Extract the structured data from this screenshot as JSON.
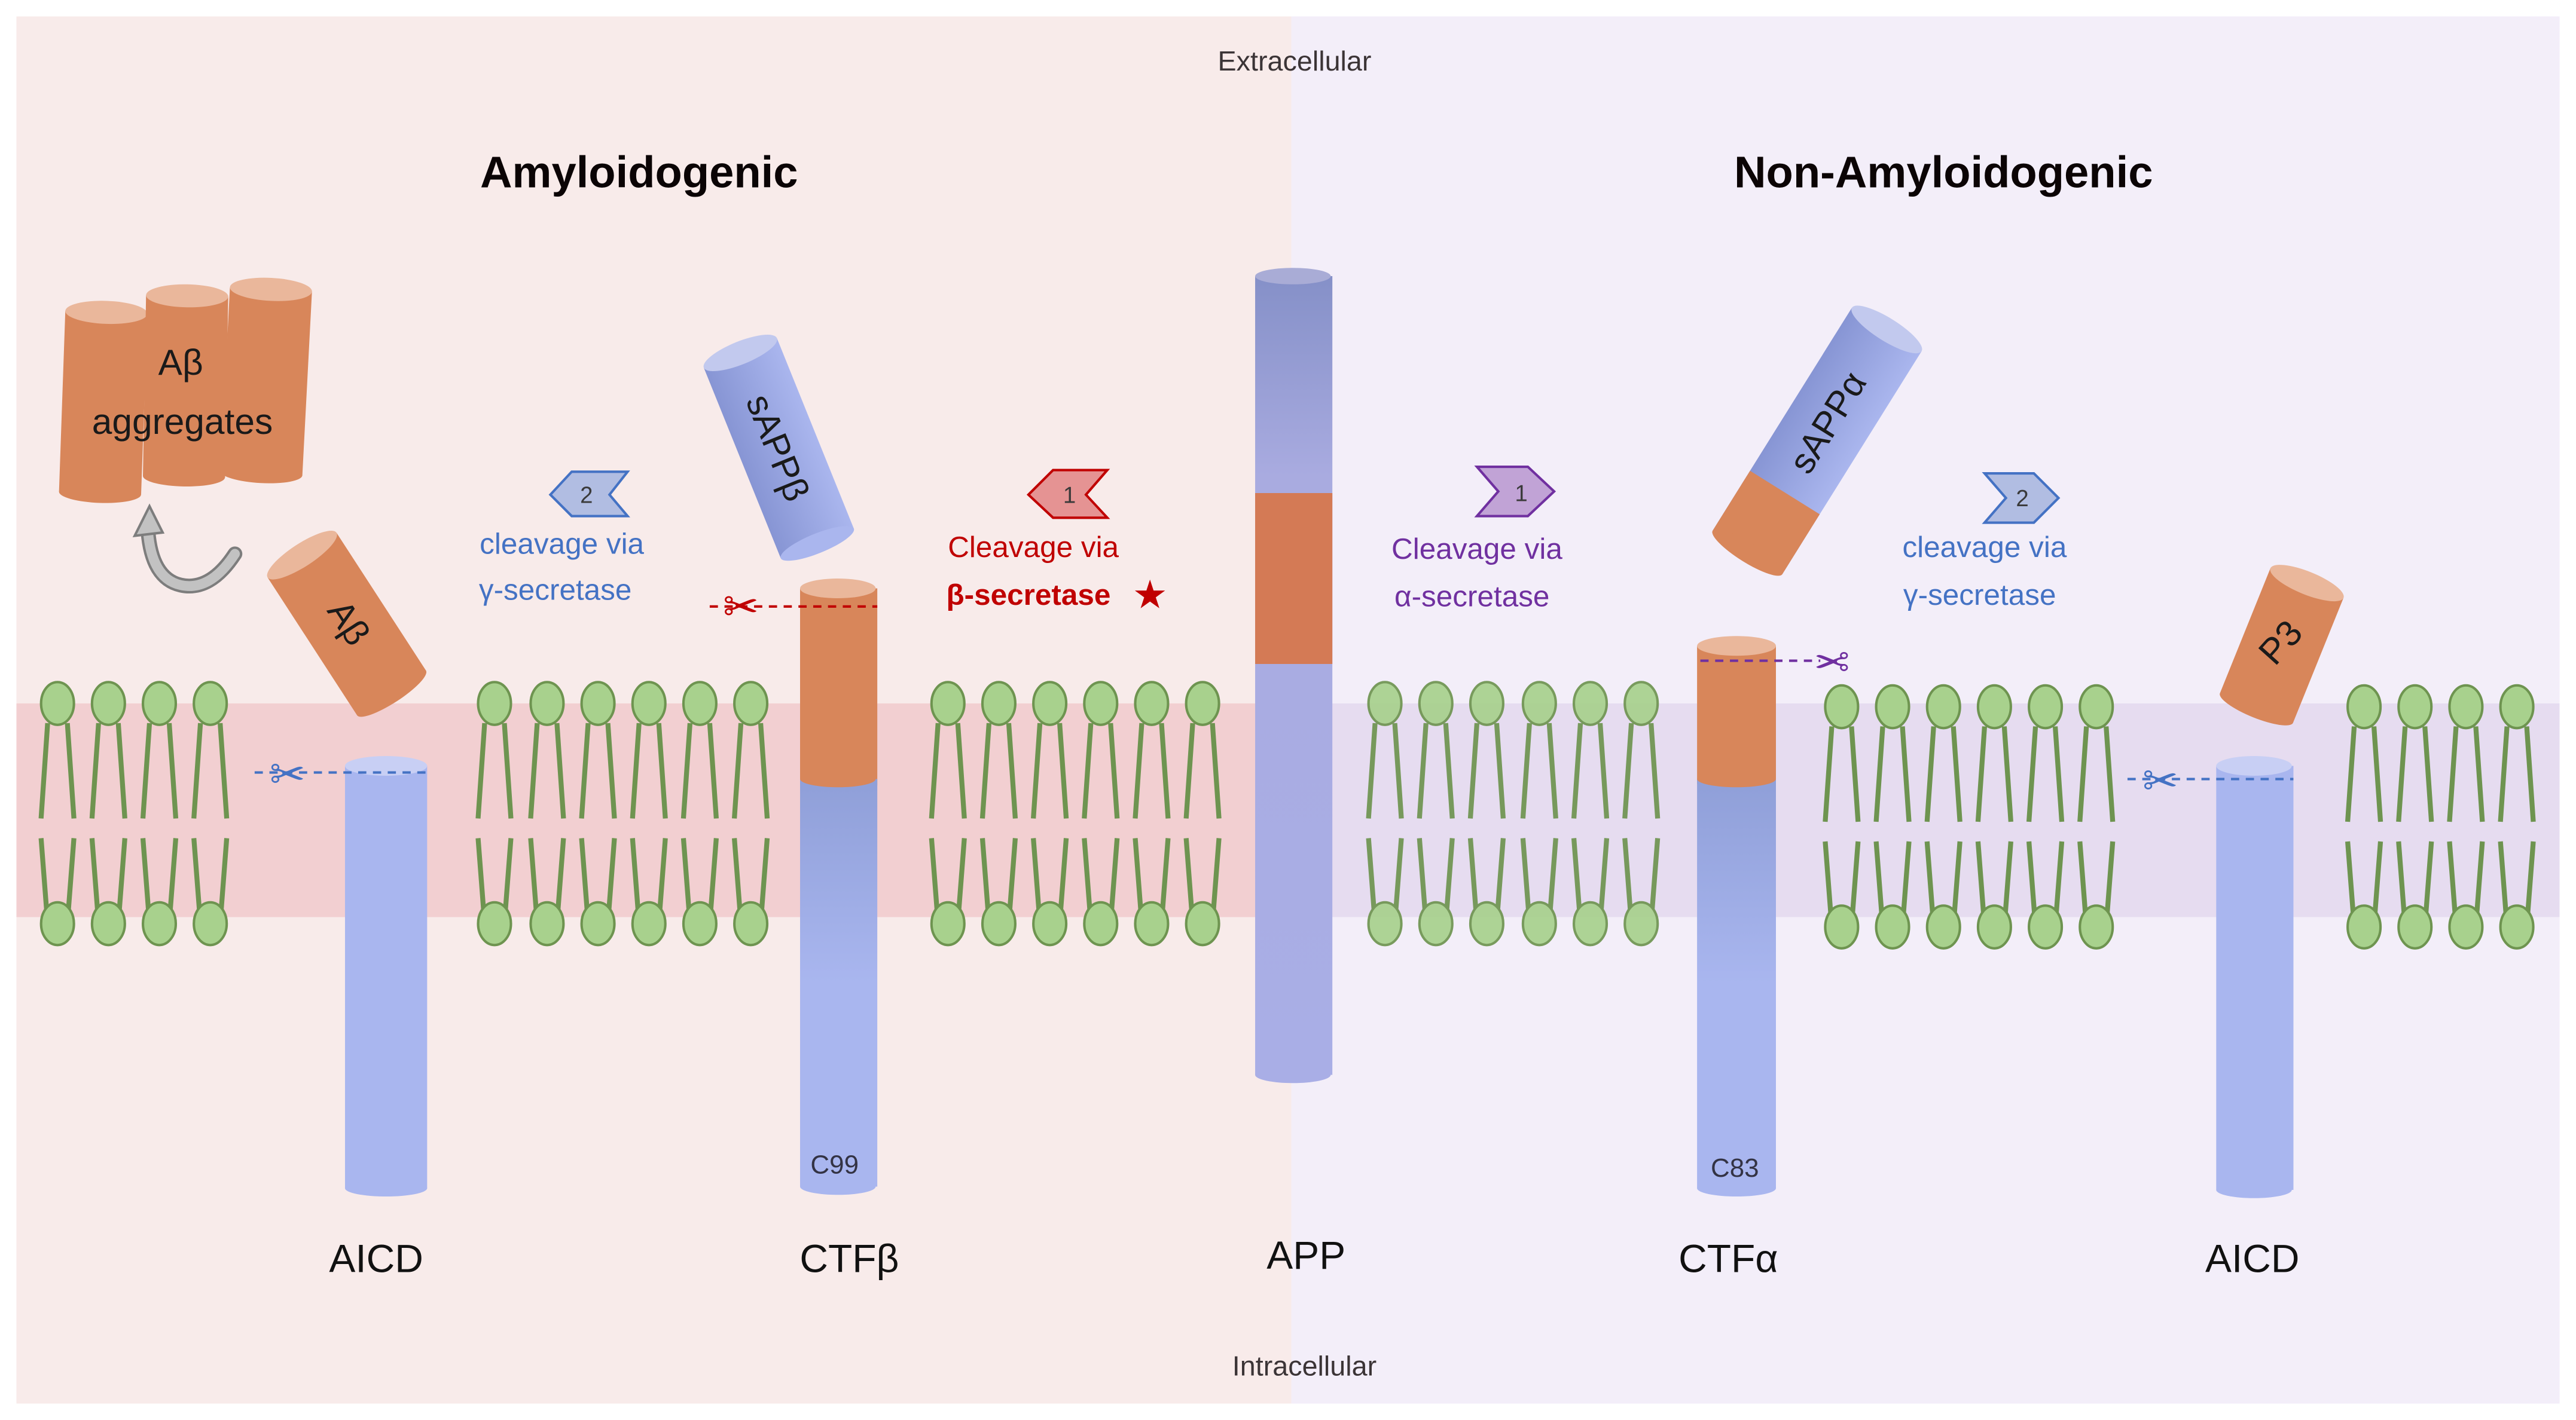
{
  "figure": {
    "colors": {
      "amyloidogenic_bg": "#f8ebea",
      "non_amyloidogenic_bg": "#f3eef9",
      "membrane_band_left": "#f2cfd1",
      "membrane_band_right": "#e6dcf0",
      "lipid_head": "#a8d18d",
      "lipid_stroke": "#6e9450",
      "abeta_orange": "#d8865a",
      "abeta_cap": "#eab79b",
      "app_blue": "#a9b3ee",
      "app_blue_dark": "#8590c8",
      "gamma_blue": "#4472c4",
      "beta_red": "#c00000",
      "alpha_purple": "#7030a0",
      "arrow_gray": "#a6a6a6"
    },
    "region_labels": {
      "extracellular": "Extracellular",
      "intracellular": "Intracellular"
    },
    "pathways": {
      "amyloidogenic": {
        "title": "Amyloidogenic",
        "aggregates_label_line1": "Aβ",
        "aggregates_label_line2": "aggregates",
        "abeta_fragment": "Aβ",
        "sappb_fragment": "sAPPβ",
        "step1": {
          "number": "1",
          "line1": "Cleavage via",
          "line2": "β-secretase",
          "marker": "★"
        },
        "step2": {
          "number": "2",
          "line1": "cleavage via",
          "line2": "γ-secretase"
        },
        "species": [
          {
            "label": "AICD"
          },
          {
            "label": "CTFβ",
            "inner_label": "C99"
          }
        ]
      },
      "center": {
        "species": [
          {
            "label": "APP"
          }
        ]
      },
      "non_amyloidogenic": {
        "title": "Non-Amyloidogenic",
        "sappa_fragment": "sAPPα",
        "p3_fragment": "P3",
        "step1": {
          "number": "1",
          "line1": "Cleavage via",
          "line2": "α-secretase"
        },
        "step2": {
          "number": "2",
          "line1": "cleavage via",
          "line2": "γ-secretase"
        },
        "species": [
          {
            "label": "CTFα",
            "inner_label": "C83"
          },
          {
            "label": "AICD"
          }
        ]
      }
    }
  }
}
